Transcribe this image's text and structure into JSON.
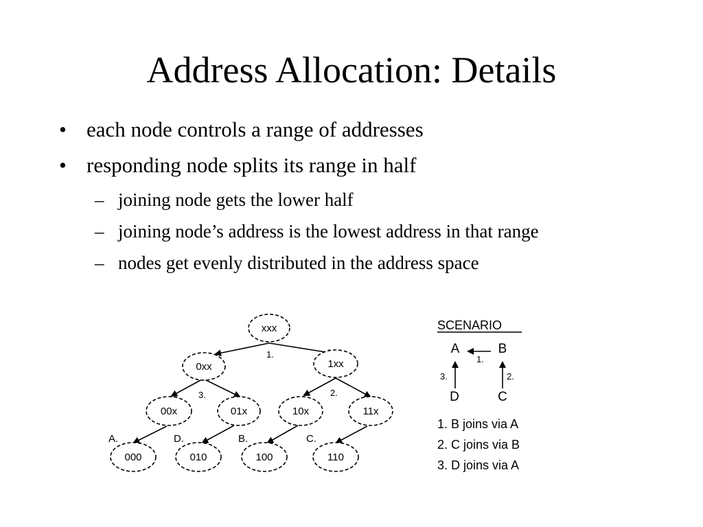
{
  "slide": {
    "title": "Address Allocation: Details",
    "bullets": [
      {
        "text": "each node controls a range of addresses"
      },
      {
        "text": "responding node splits its range in half",
        "sub": [
          "joining node gets the lower half",
          "joining node’s address is the lowest address in that range",
          "nodes get evenly distributed in the address space"
        ]
      }
    ]
  },
  "tree": {
    "root": "xxx",
    "level1": [
      "0xx",
      "1xx"
    ],
    "level2": [
      "00x",
      "01x",
      "10x",
      "11x"
    ],
    "leaves": [
      "000",
      "010",
      "100",
      "110"
    ],
    "step_labels": [
      "1.",
      "3.",
      "2."
    ],
    "leaf_tags": [
      "A.",
      "D.",
      "B.",
      "C."
    ]
  },
  "scenario": {
    "heading": "SCENARIO",
    "nodes": [
      "A",
      "B",
      "D",
      "C"
    ],
    "edge_labels": [
      "1.",
      "3.",
      "2."
    ],
    "steps": [
      "1. B joins via A",
      "2. C joins via B",
      "3. D joins via A"
    ]
  }
}
